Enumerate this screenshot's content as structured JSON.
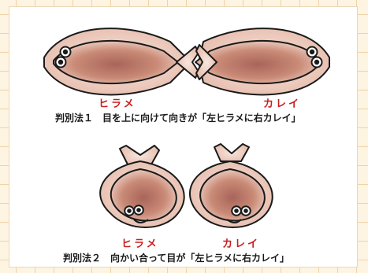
{
  "fish_labels": {
    "top_left": "ヒラメ",
    "top_right": "カレイ",
    "bottom_left": "ヒラメ",
    "bottom_right": "カレイ"
  },
  "captions": {
    "method1": "判別法１　目を上に向けて向きが「左ヒラメに右カレイ」",
    "method2": "判別法２　向かい合って目が「左ヒラメに右カレイ」"
  },
  "colors": {
    "body_fill": "#c98a76",
    "body_highlight": "#f4dcd2",
    "outline": "#1a1a1a",
    "label_red": "#c81e1e"
  }
}
